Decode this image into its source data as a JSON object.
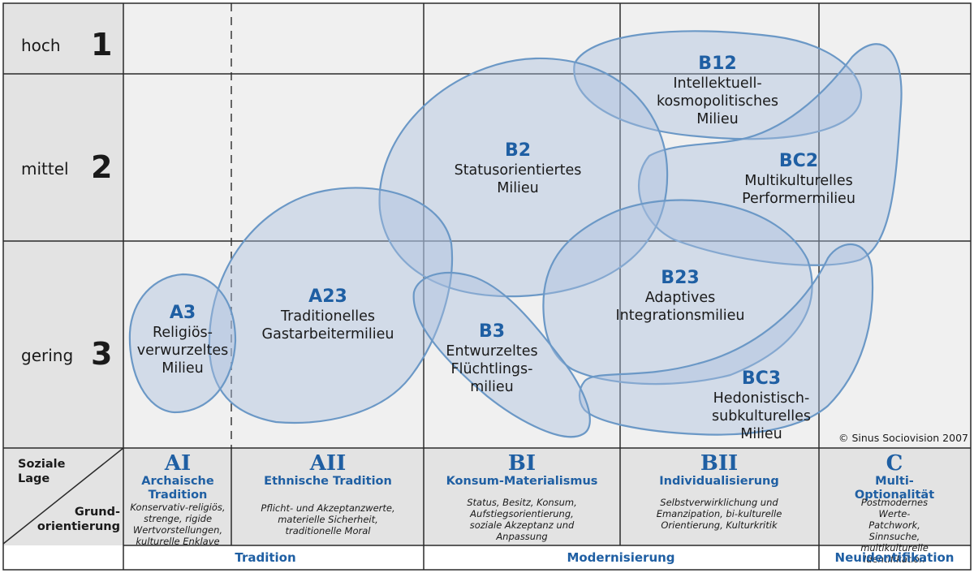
{
  "rows": [
    {
      "word": "hoch",
      "num": "1"
    },
    {
      "word": "mittel",
      "num": "2"
    },
    {
      "word": "gering",
      "num": "3"
    }
  ],
  "corner": {
    "top": "Soziale\nLage",
    "bottom": "Grund-\norientierung"
  },
  "columns": [
    {
      "code_main": "A",
      "code_roman": "I",
      "title": "Archaische\nTradition",
      "desc": "Konservativ-religiös,\nstrenge, rigide\nWertvorstellungen,\nkulturelle Enklave"
    },
    {
      "code_main": "A",
      "code_roman": "II",
      "title": "Ethnische Tradition",
      "desc": "Pflicht- und Akzeptanzwerte,\nmaterielle Sicherheit,\ntraditionelle Moral"
    },
    {
      "code_main": "B",
      "code_roman": "I",
      "title": "Konsum-Materialismus",
      "desc": "Status, Besitz, Konsum,\nAufstiegsorientierung,\nsoziale Akzeptanz und\nAnpassung"
    },
    {
      "code_main": "B",
      "code_roman": "II",
      "title": "Individualisierung",
      "desc": "Selbstverwirklichung und\nEmanzipation, bi-kulturelle\nOrientierung, Kulturkritik"
    },
    {
      "code_main": "C",
      "code_roman": "",
      "title": "Multi-Optionalität",
      "desc": "Postmodernes Werte-\nPatchwork, Sinnsuche,\nmultikulturelle Identifikation"
    }
  ],
  "bands": [
    "Tradition",
    "Modernisierung",
    "Neuidentifikation"
  ],
  "milieus": [
    {
      "id": "A3",
      "code": "A3",
      "name": "Religiös-\nverwurzeltes\nMilieu"
    },
    {
      "id": "A23",
      "code": "A23",
      "name": "Traditionelles\nGastarbeitermilieu"
    },
    {
      "id": "B2",
      "code": "B2",
      "name": "Statusorientiertes\nMilieu"
    },
    {
      "id": "B3",
      "code": "B3",
      "name": "Entwurzeltes\nFlüchtlings-\nmilieu"
    },
    {
      "id": "B12",
      "code": "B12",
      "name": "Intellektuell-\nkosmopolitisches\nMilieu"
    },
    {
      "id": "BC2",
      "code": "BC2",
      "name": "Multikulturelles\nPerformermilieu"
    },
    {
      "id": "B23",
      "code": "B23",
      "name": "Adaptives\nIntegrationsmilieu"
    },
    {
      "id": "BC3",
      "code": "BC3",
      "name": "Hedonistisch-\nsubkulturelles\nMilieu"
    }
  ],
  "copyright": "© Sinus Sociovision 2007",
  "colors": {
    "grid_bg": "#f0f0f0",
    "label_bg": "#e3e3e3",
    "blob_fill": "#a9bfdd",
    "blob_stroke": "#6b98c6",
    "accent": "#1f5fa3"
  }
}
